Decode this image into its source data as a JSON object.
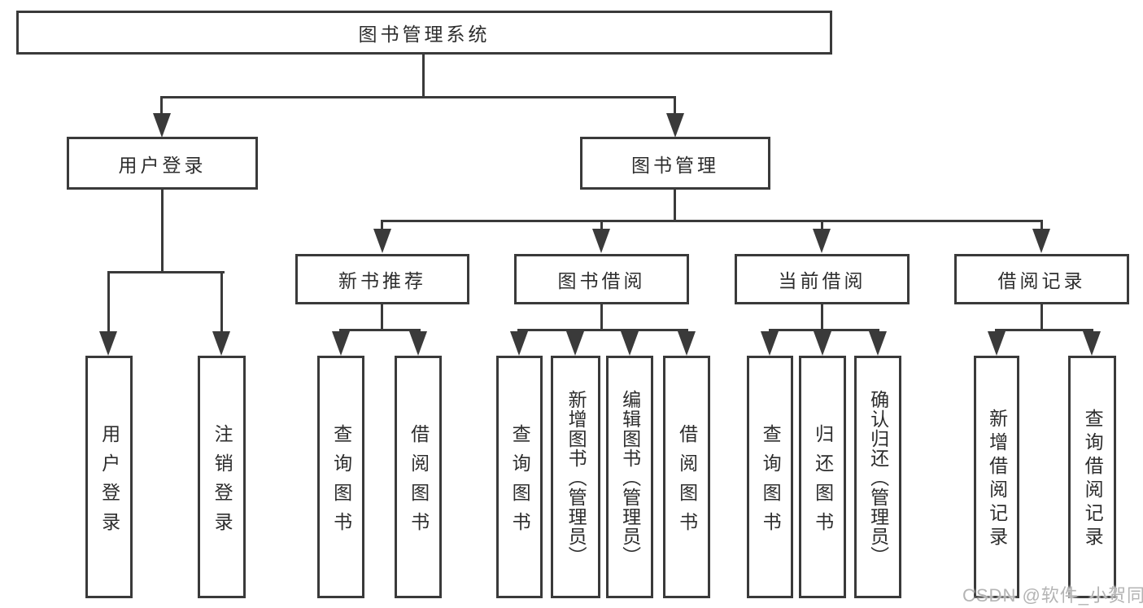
{
  "tree": {
    "root": {
      "label": "图书管理系统"
    },
    "branches": [
      {
        "label": "用户登录",
        "leaves": [
          {
            "label": "用户登录"
          },
          {
            "label": "注销登录"
          }
        ]
      },
      {
        "label": "图书管理",
        "groups": [
          {
            "label": "新书推荐",
            "leaves": [
              {
                "label": "查询图书"
              },
              {
                "label": "借阅图书"
              }
            ]
          },
          {
            "label": "图书借阅",
            "leaves": [
              {
                "label": "查询图书"
              },
              {
                "label": "新增图书（管理员）"
              },
              {
                "label": "编辑图书（管理员）"
              },
              {
                "label": "借阅图书"
              }
            ]
          },
          {
            "label": "当前借阅",
            "leaves": [
              {
                "label": "查询图书"
              },
              {
                "label": "归还图书"
              },
              {
                "label": "确认归还（管理员）"
              }
            ]
          },
          {
            "label": "借阅记录",
            "leaves": [
              {
                "label": "新增借阅记录"
              },
              {
                "label": "查询借阅记录"
              }
            ]
          }
        ]
      }
    ]
  },
  "watermark": {
    "text": "CSDN @软件_小贺同学"
  }
}
